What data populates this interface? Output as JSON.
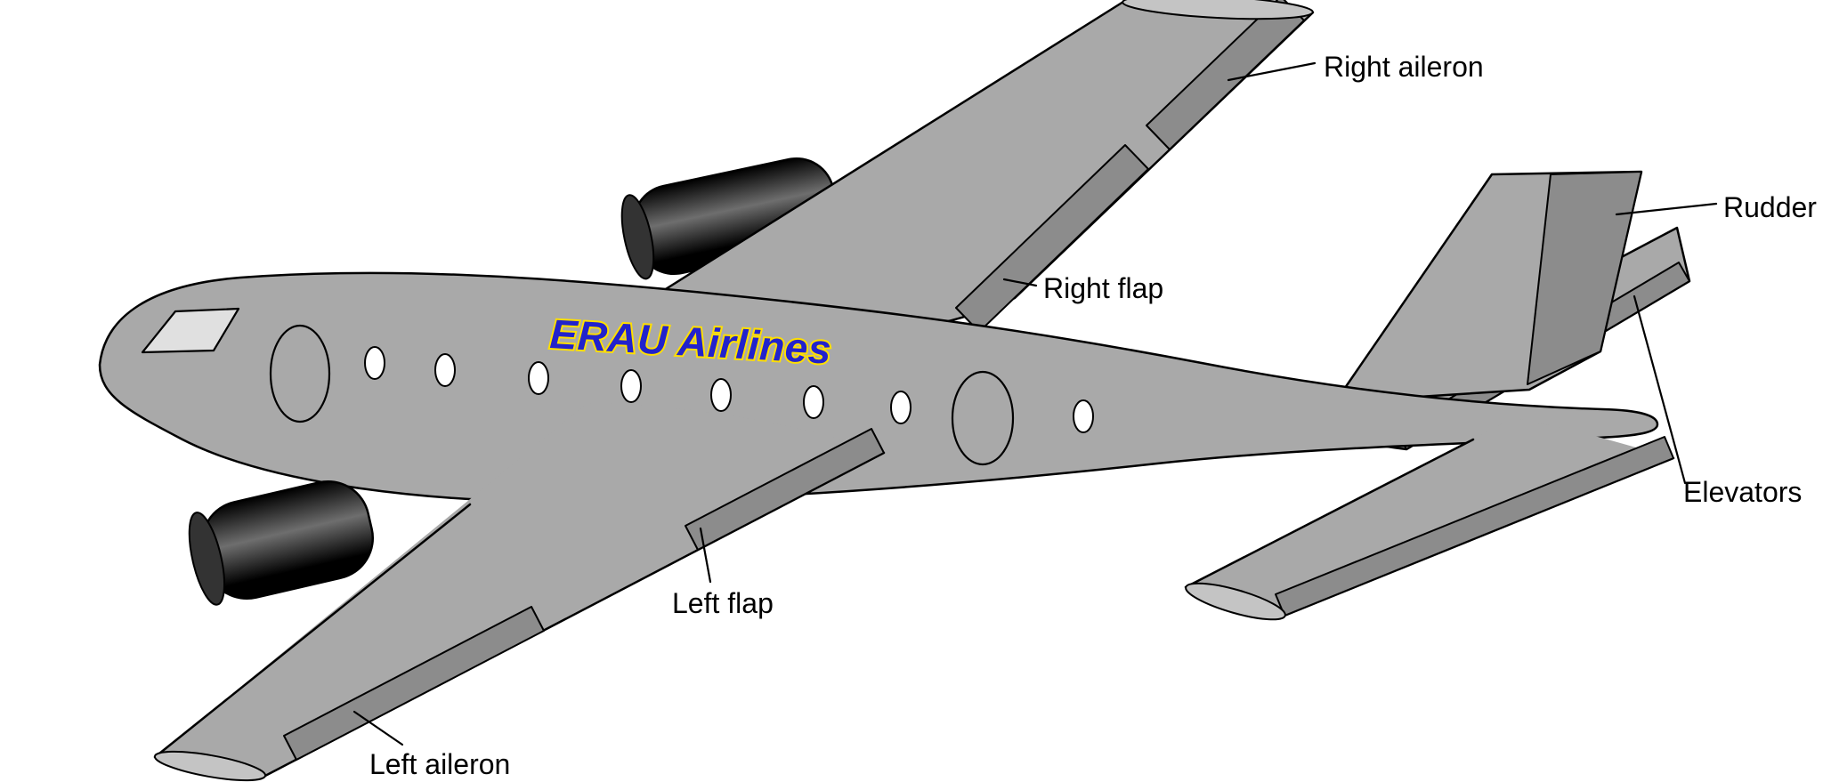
{
  "diagram": {
    "brand_text": "ERAU Airlines",
    "colors": {
      "background": "#ffffff",
      "body": "#a9a9a9",
      "control_surface": "#8c8c8c",
      "tip_cap": "#c4c4c4",
      "outline": "#000000",
      "window": "#ffffff",
      "cockpit_window": "#e0e0e0",
      "engine_dark": "#000000",
      "engine_highlight": "#6e6e6e",
      "engine_face": "#333333",
      "brand_fill": "#2222cc",
      "brand_outline": "#ffdf00"
    }
  },
  "labels": {
    "right_aileron": "Right aileron",
    "rudder": "Rudder",
    "right_flap": "Right flap",
    "elevators": "Elevators",
    "left_flap": "Left flap",
    "left_aileron": "Left aileron"
  }
}
